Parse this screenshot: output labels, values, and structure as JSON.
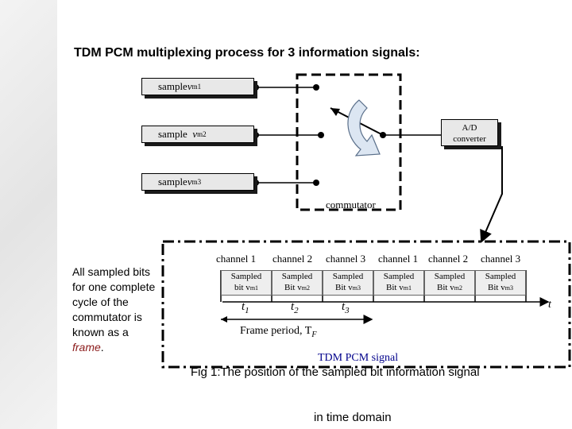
{
  "title": "TDM PCM multiplexing process for 3 information signals:",
  "inputs": [
    {
      "prefix": "sample ",
      "var": "v",
      "sub": "m1"
    },
    {
      "prefix": "sample  ",
      "var": "v",
      "sub": "m2"
    },
    {
      "prefix": "sample ",
      "var": "v",
      "sub": "m3"
    }
  ],
  "adc": {
    "line1": "A/D",
    "line2": "converter"
  },
  "commutator_label": "commutator",
  "side_note": {
    "text": "All sampled bits for one complete cycle of the commutator is known as a ",
    "emph": "frame",
    "end": "."
  },
  "channels": [
    "channel 1",
    "channel 2",
    "channel 3",
    "channel 1",
    "channel 2",
    "channel 3"
  ],
  "cells": [
    {
      "line1": "Sampled",
      "line2": "bit v",
      "sub": "m1"
    },
    {
      "line1": "Sampled",
      "line2": "Bit v",
      "sub": "m2"
    },
    {
      "line1": "Sampled",
      "line2": "Bit v",
      "sub": "m3"
    },
    {
      "line1": "Sampled",
      "line2": "Bit v",
      "sub": "m1"
    },
    {
      "line1": "Sampled",
      "line2": "Bit v",
      "sub": "m2"
    },
    {
      "line1": "Sampled",
      "line2": "Bit v",
      "sub": "m3"
    }
  ],
  "times": [
    {
      "base": "t",
      "sub": "1"
    },
    {
      "base": "t",
      "sub": "2"
    },
    {
      "base": "t",
      "sub": "3"
    }
  ],
  "axis_label": "t",
  "frame_period": {
    "text": "Frame period, T",
    "sub": "F"
  },
  "signal_label": "TDM PCM signal",
  "caption": {
    "line1": "Fig 1:The position of the sampled bit information signal",
    "line2": "in time domain"
  },
  "colors": {
    "accent": "#00008b",
    "frame_word": "#8b1a1a",
    "box_fill": "#e8e8e8",
    "arrow_fill": "#dce6f2",
    "arrow_stroke": "#5a6f8a"
  }
}
